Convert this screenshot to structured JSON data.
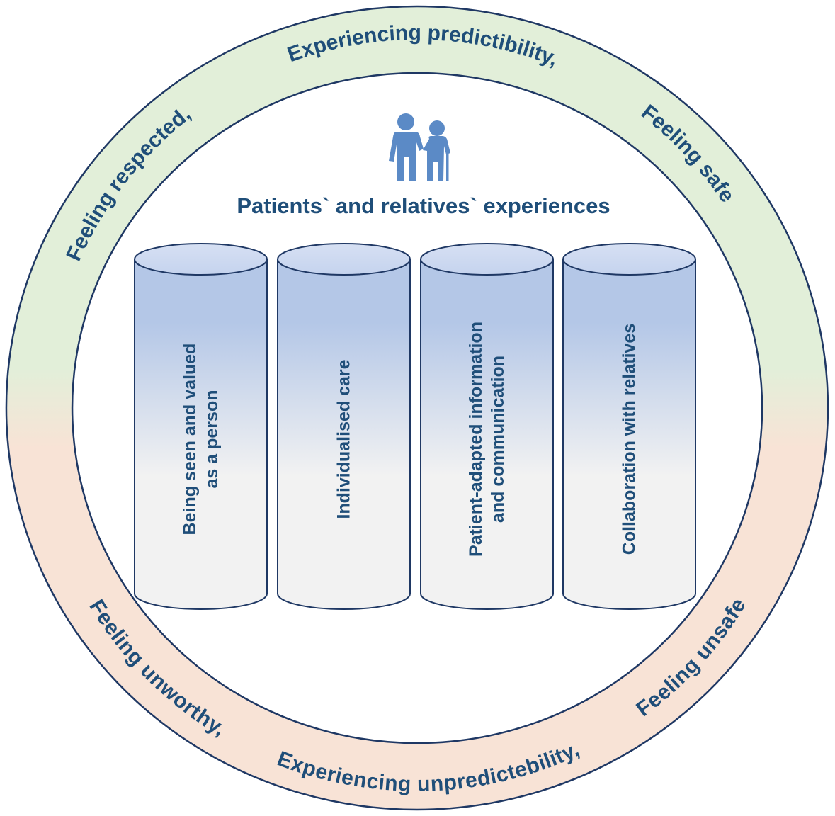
{
  "title": "Patients` and relatives` experiences",
  "colors": {
    "text": "#1f4e79",
    "ring_stroke": "#1f3864",
    "ring_top": "#e2efd9",
    "ring_bottom": "#f8e3d6",
    "pillar_top": "#b4c7e7",
    "pillar_bottom": "#f2f2f2",
    "icon": "#5b8ac6"
  },
  "icon": "elderly-couple-icon",
  "ring": {
    "top_arc": {
      "left": "Feeling respected,",
      "center": "Experiencing predictibility,",
      "right": "Feeling safe"
    },
    "bottom_arc": {
      "left": "Feeling unworthy,",
      "center": "Experiencing unpredictebility,",
      "right": "Feeling unsafe"
    }
  },
  "pillars": [
    {
      "lines": [
        "Being seen and valued",
        "as a person"
      ]
    },
    {
      "lines": [
        "Individualised care"
      ]
    },
    {
      "lines": [
        "Patient-adapted information",
        "and communication"
      ]
    },
    {
      "lines": [
        "Collaboration with relatives"
      ]
    }
  ]
}
